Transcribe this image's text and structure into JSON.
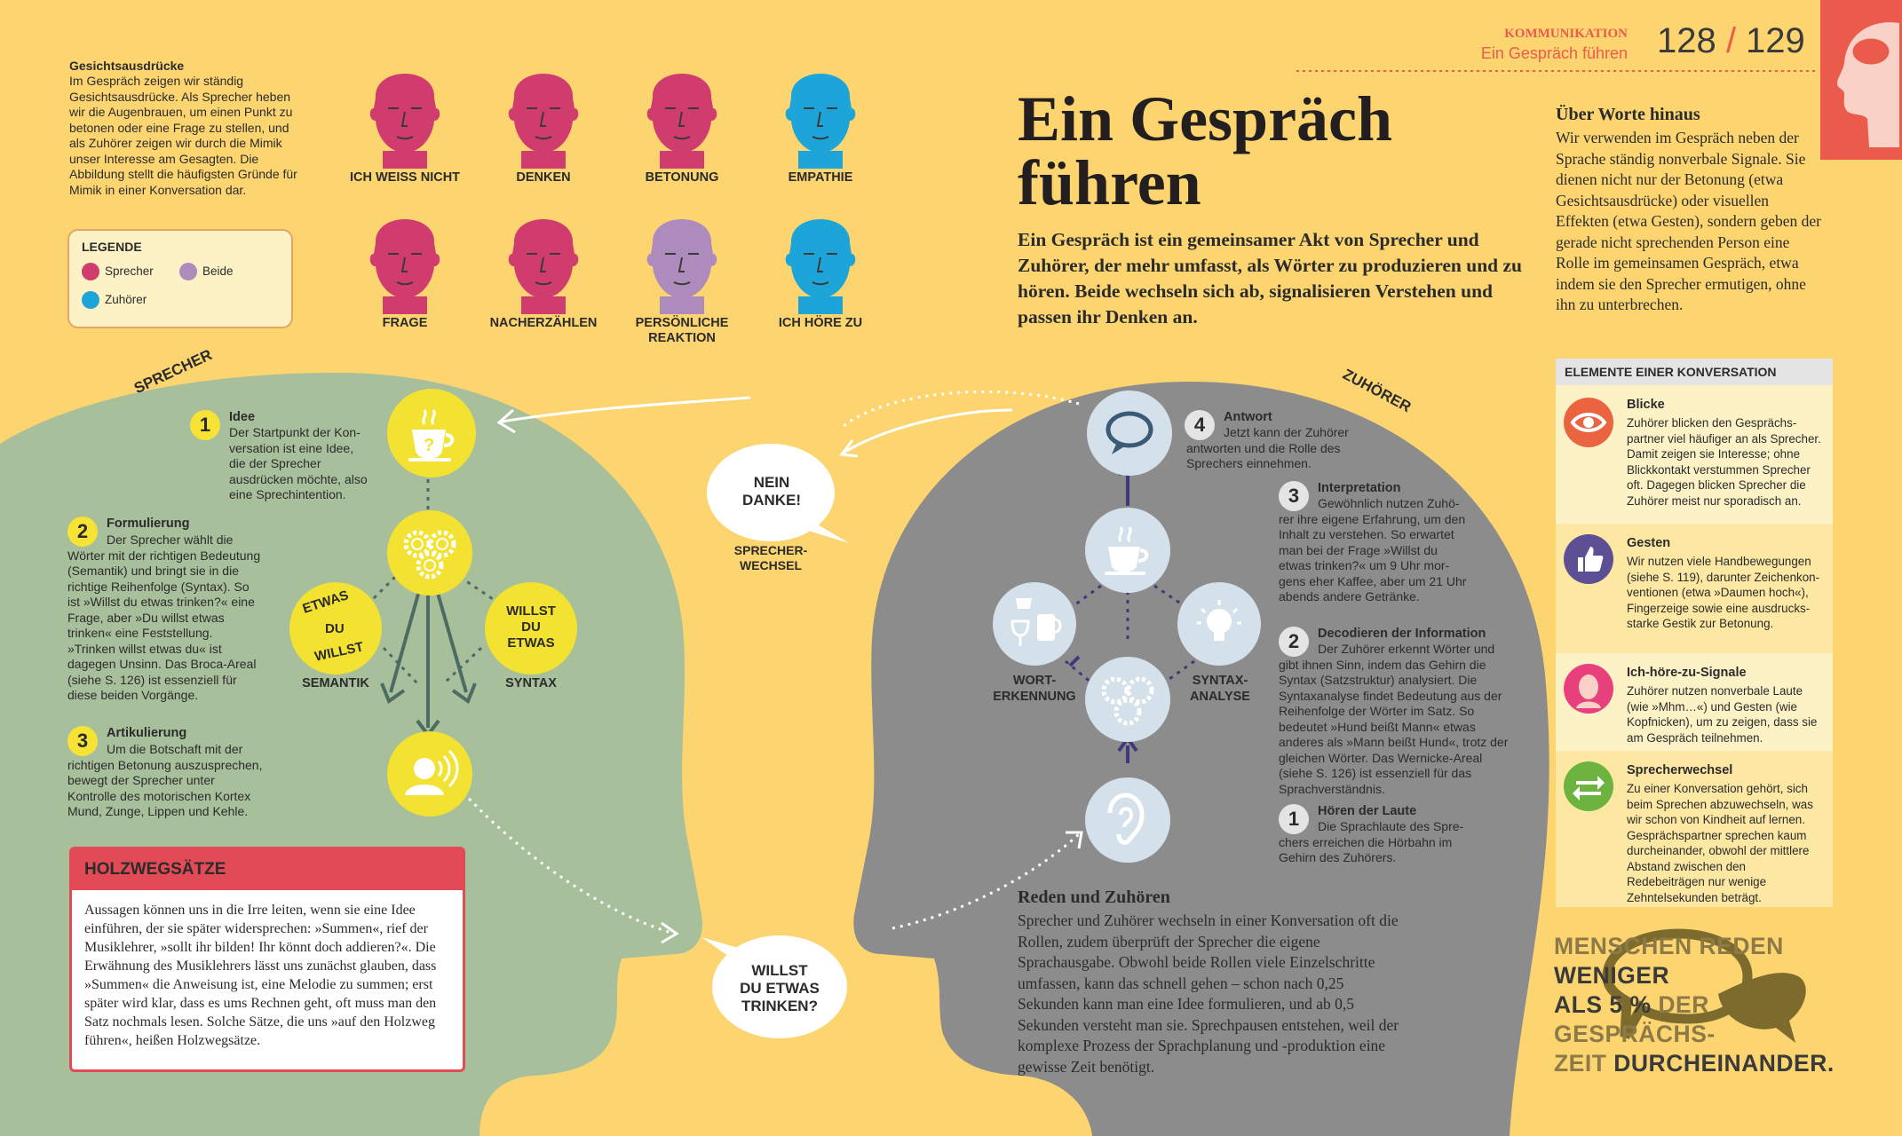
{
  "header": {
    "section": "KOMMUNIKATION",
    "subtitle": "Ein Gespräch führen",
    "page_left": "128",
    "separator": "/",
    "page_right": "129"
  },
  "title": {
    "line1": "Ein Gespräch",
    "line2": "führen"
  },
  "intro": "Ein Gespräch ist ein gemeinsamer Akt von Spre­cher und Zuhörer, der mehr umfasst, als Wörter zu produzieren und zu hören. Beide wechseln sich ab, signalisieren Verstehen und passen ihr Denken an.",
  "facial": {
    "heading": "Gesichtsausdrücke",
    "text": "Im Gespräch zeigen wir ständig Gesichtsausdrücke. Als Sprecher heben wir die Augenbrauen, um einen Punkt zu betonen oder eine Frage zu stellen, und als Zuhörer zeigen wir durch die Mimik unser Interesse am Gesagten. Die Abbildung stellt die häufigsten Gründe für Mimik in einer Konversation dar.",
    "faces": [
      {
        "label": "ICH WEISS NICHT",
        "color": "#cf3c6d"
      },
      {
        "label": "DENKEN",
        "color": "#cf3c6d"
      },
      {
        "label": "BETONUNG",
        "color": "#cf3c6d"
      },
      {
        "label": "EMPATHIE",
        "color": "#1da5d9"
      },
      {
        "label": "FRAGE",
        "color": "#cf3c6d"
      },
      {
        "label": "NACHERZÄHLEN",
        "color": "#cf3c6d"
      },
      {
        "label": "PERSÖNLICHE REAKTION",
        "color": "#ad8bbd"
      },
      {
        "label": "ICH HÖRE ZU",
        "color": "#1da5d9"
      }
    ]
  },
  "legend": {
    "title": "LEGENDE",
    "speaker": "Sprecher",
    "both": "Beide",
    "listener": "Zuhörer",
    "speaker_color": "#cf3c6d",
    "both_color": "#ad8bbd",
    "listener_color": "#1da5d9"
  },
  "speaker": {
    "label": "SPRECHER",
    "steps": [
      {
        "num": "1",
        "title": "Idee",
        "text": "Der Startpunkt der Kon­versation ist eine Idee, die der Sprecher ausdrücken möchte, also eine Sprechintention."
      },
      {
        "num": "2",
        "title": "Formulierung",
        "text": "Der Sprecher wählt die Wörter mit der richtigen Bedeu­tung (Semantik) und bringt sie in die richtige Reihenfolge (Syntax). So ist »Willst du etwas trinken?« eine Frage, aber »Du willst etwas trinken« eine Feststellung. »Trinken willst etwas du« ist dagegen Unsinn. Das Broca-Areal (siehe S. 126) ist essenziell für diese beiden Vorgänge."
      },
      {
        "num": "3",
        "title": "Artikulierung",
        "text": "Um die Botschaft mit der richtigen Betonung auszuspre­chen, bewegt der Sprecher unter Kontrolle des motorischen Kortex Mund, Zunge, Lippen und Kehle."
      }
    ],
    "semantik_words": [
      "ETWAS",
      "DU",
      "WILLST"
    ],
    "syntax_words": [
      "WILLST",
      "DU",
      "ETWAS"
    ],
    "semantik": "SEMANTIK",
    "syntax": "SYNTAX"
  },
  "bubbles": {
    "nein": [
      "NEIN",
      "DANKE!"
    ],
    "wechsel": [
      "SPRECHER-",
      "WECHSEL"
    ],
    "willst": [
      "WILLST",
      "DU ETWAS",
      "TRINKEN?"
    ]
  },
  "holzweg": {
    "title": "HOLZWEGSÄTZE",
    "text": "Aussagen können uns in die Irre leiten, wenn sie eine Idee einführen, der sie später widersprechen: »Summen«, rief der Musiklehrer, »sollt ihr bilden! Ihr könnt doch addie­ren?«. Die Erwähnung des Musiklehrers lässt uns zunächst glauben, dass »Summen« die Anweisung ist, eine Melodie zu summen; erst später wird klar, dass es ums Rechnen geht, oft muss man den Satz nochmals lesen. Solche Sätze, die uns »auf den Holzweg führen«, heißen Holzwegsätze."
  },
  "listener": {
    "label": "ZUHÖRER",
    "steps": [
      {
        "num": "4",
        "title": "Antwort",
        "text": "Jetzt kann der Zuhörer antworten und die Rolle des Sprechers einnehmen."
      },
      {
        "num": "3",
        "title": "Interpretation",
        "text": "Gewöhnlich nutzen Zuhö­rer ihre eigene Erfahrung, um den Inhalt zu verstehen. So erwartet man bei der Frage »Willst du etwas trinken?« um 9 Uhr mor­gens eher Kaffee, aber um 21 Uhr abends andere Getränke."
      },
      {
        "num": "2",
        "title": "Decodieren der Information",
        "text": "Der Zuhörer erkennt Wörter und gibt ihnen Sinn, indem das Gehirn die Syntax (Satzstruktur) analysiert. Die Syntaxanalyse findet Bedeutung aus der Reihenfolge der Wörter im Satz. So bedeu­tet »Hund beißt Mann« etwas anderes als »Mann beißt Hund«, trotz der gleichen Wörter. Das Wernicke-Areal (siehe S. 126) ist essenziell für das Sprachverständnis."
      },
      {
        "num": "1",
        "title": "Hören der Laute",
        "text": "Die Sprachlaute des Spre­chers erreichen die Hörbahn im Gehirn des Zuhörers."
      }
    ],
    "wort": [
      "WORT-",
      "ERKENNUNG"
    ],
    "syntax": [
      "SYNTAX-",
      "ANALYSE"
    ]
  },
  "reden": {
    "title": "Reden und Zuhören",
    "text": "Sprecher und Zuhörer wechseln in einer Konversation oft die Rollen, zudem überprüft der Sprecher die eigene Sprachausgabe. Obwohl beide Rollen viele Einzel­schritte umfassen, kann das schnell gehen – schon nach 0,25 Sekunden kann man eine Idee formulieren, und ab 0,5 Sekunden versteht man sie. Sprechpausen entste­hen, weil der komplexe Prozess der Sprach­planung und -produktion eine gewisse Zeit benötigt."
  },
  "ueber": {
    "title": "Über Worte hinaus",
    "text": "Wir verwenden im Gespräch neben der Sprache ständig nonverbale Signale. Sie dienen nicht nur der Betonung (etwa Gesichtsausdrü­cke) oder visuellen Effekten (etwa Gesten), sondern geben der gerade nicht sprechenden Person eine Rolle im gemeinsamen Gespräch, etwa indem sie den Sprecher ermutigen, ohne ihn zu unterbrechen."
  },
  "elements": {
    "header": "ELEMENTE EINER KONVERSATION",
    "items": [
      {
        "title": "Blicke",
        "text": "Zuhörer blicken den Gesprächs­partner viel häufiger an als Sprecher. Damit zeigen sie Interesse; ohne Blickkontakt verstummen Sprecher oft. Dagegen blicken Sprecher die Zuhörer meist nur sporadisch an.",
        "color": "#e9643f"
      },
      {
        "title": "Gesten",
        "text": "Wir nutzen viele Handbewegungen (siehe S. 119), darunter Zeichenkon­ventionen (etwa »Daumen hoch«), Fingerzeige sowie eine ausdrucks­starke Gestik zur Betonung.",
        "color": "#5d4f93"
      },
      {
        "title": "Ich-höre-zu-Signale",
        "text": "Zuhörer nutzen nonverbale Laute (wie »Mhm…«) und Gesten (wie Kopf­nicken), um zu zeigen, dass sie am Gespräch teilnehmen.",
        "color": "#e8407d"
      },
      {
        "title": "Sprecherwechsel",
        "text": "Zu einer Konversation gehört, sich beim Sprechen abzuwechseln, was wir schon von Kindheit auf lernen. Gesprächspartner sprechen kaum durcheinander, obwohl der mittlere Abstand zwischen den Redebeiträgen nur wenige Zehntelsekunden beträgt.",
        "color": "#6db33f"
      }
    ]
  },
  "stat": {
    "l1": "MENSCHEN REDEN",
    "l2": "WENIGER",
    "l3a": "ALS 5 %",
    "l3b": " DER",
    "l4": "GESPRÄCHS-",
    "l5a": "ZEIT ",
    "l5b": "DURCHEINANDER."
  }
}
